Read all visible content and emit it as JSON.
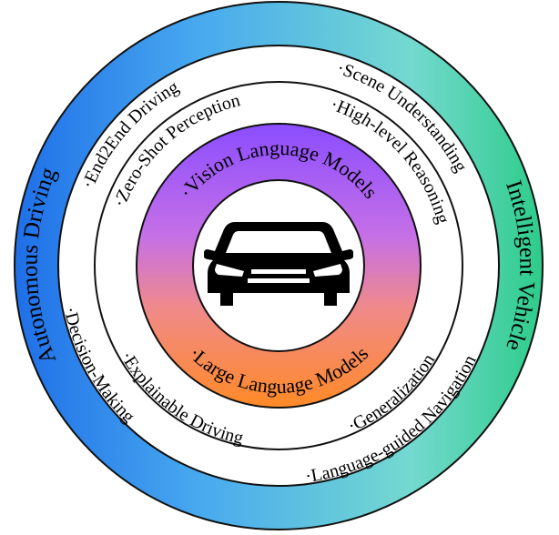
{
  "rings": {
    "outer": {
      "left_label": "Autonomous Driving",
      "right_label": "Intelligent Vehicle"
    },
    "middle": {
      "items": [
        "·End2End Driving",
        "·Scene Understanding",
        "·Decision-Making",
        "·Language-guided Navigation"
      ]
    },
    "inner": {
      "items": [
        "·Zero-Shot Perception",
        "·High-level Reasoning",
        "·Explainable Driving",
        "·Generalization"
      ]
    },
    "core": {
      "top_label": "·Vision Language Models",
      "bottom_label": "·Large Language Models"
    }
  },
  "colors": {
    "outer_gradient": [
      "#1a78e6",
      "#3aa8e0",
      "#6fd6c8",
      "#2fcf8c"
    ],
    "core_gradient": [
      "#8a4dff",
      "#c070e8",
      "#f09070",
      "#ff8a2a"
    ],
    "stroke": "#111111",
    "car": "#000000"
  },
  "icons": {
    "center": "car-icon"
  }
}
